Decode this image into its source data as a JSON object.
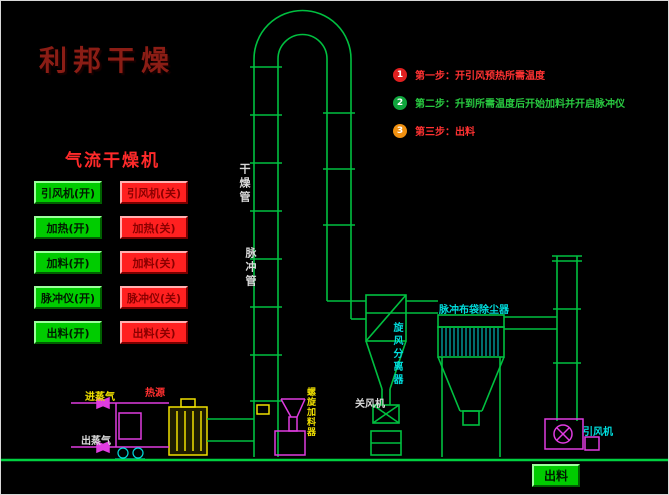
{
  "title": "利邦干燥",
  "panel": {
    "heading": "气流干燥机",
    "on": [
      "引风机(开)",
      "加热(开)",
      "加料(开)",
      "脉冲仪(开)",
      "出料(开)"
    ],
    "off": [
      "引风机(关)",
      "加热(关)",
      "加料(关)",
      "脉冲仪(关)",
      "出料(关)"
    ]
  },
  "steps": [
    {
      "num": "1",
      "text": "第一步：开引风预热所需温度",
      "badge_color": "#e02020",
      "text_color": "#ff3232"
    },
    {
      "num": "2",
      "text": "第二步：升到所需温度后开始加料并开启脉冲仪",
      "badge_color": "#0fa53c",
      "text_color": "#28c840"
    },
    {
      "num": "3",
      "text": "第三步：出料",
      "badge_color": "#f09010",
      "text_color": "#ff3232"
    }
  ],
  "diagram": {
    "drying_pipe_label": "干燥管",
    "pulse_pipe_label": "脉冲管",
    "cyclone_label": "旋风分离器",
    "bag_filter_label": "脉冲布袋除尘器",
    "rotary_valve_label": "关风机",
    "screw_feeder_label": "螺旋加料器",
    "steam_in_label": "进蒸气",
    "steam_out_label": "出蒸气",
    "heat_source_label": "热源",
    "fan_label": "引风机"
  },
  "discharge_button_label": "出料",
  "colors": {
    "pipe_green": "#00c040",
    "cyan": "#00dcdc",
    "magenta": "#e03ce0",
    "yellow": "#f0e000",
    "button_green": "#00cc00",
    "button_red": "#ff2020",
    "title_red": "#8b1d15"
  }
}
